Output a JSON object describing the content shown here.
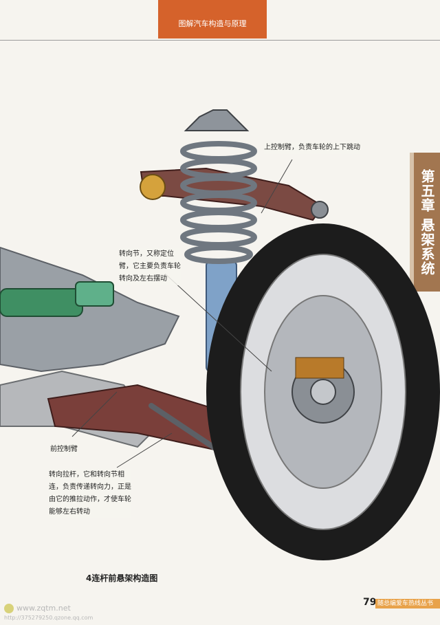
{
  "header": {
    "book_title": "图解汽车构造与原理"
  },
  "chapter_tab": {
    "chapter": "第五章",
    "title": "悬架系统"
  },
  "annotations": {
    "upper_control_arm": "上控制臂，负责车轮的上下跳动",
    "steering_knuckle": [
      "转向节，又称定位",
      "臂，它主要负责车轮",
      "转向及左右摆动"
    ],
    "front_control_arm": "前控制臂",
    "tie_rod": [
      "转向拉杆，它和转向节相",
      "连，负责传递转向力，正是",
      "由它的推拉动作，才使车轮",
      "能够左右转动"
    ]
  },
  "figure": {
    "title": "4连杆前悬架构造图"
  },
  "footer": {
    "page_number": "79",
    "series_label": "随总编爱车热线丛书"
  },
  "watermark": {
    "site": "www.zqtm.net",
    "sub": "http://375279250.qzone.qq.com"
  },
  "colors": {
    "header_orange": "#d5622b",
    "chapter_brown": "#a27650",
    "series_orange": "#e8a24a"
  }
}
